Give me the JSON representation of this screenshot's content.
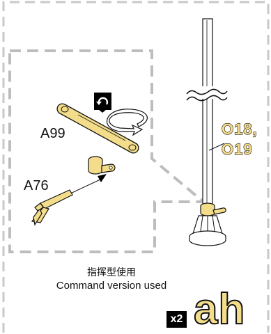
{
  "parts": {
    "arm_label": "A99",
    "bracket_label": "A76",
    "mast_label_1": "O18,",
    "mast_label_2": "O19"
  },
  "caption": {
    "chinese": "指挥型使用",
    "english": "Command version used"
  },
  "quantity": "x2",
  "step_id": "ah",
  "colors": {
    "part_gold": "#f3dc8a",
    "outline": "#111111",
    "frame_gray": "#c8c8c8",
    "callout_gray": "#bdbdbd"
  }
}
